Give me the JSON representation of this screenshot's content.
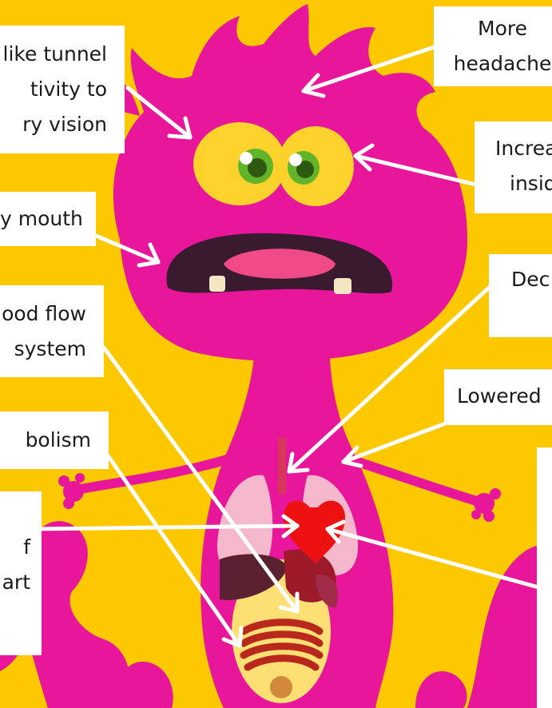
{
  "colors": {
    "background": "#fcc800",
    "monster": "#e8169b",
    "monster_dark": "#b80f78",
    "eye_yellow": "#fdd22d",
    "iris": "#62b42a",
    "mouth": "#3a1a2e",
    "tongue": "#f04b86",
    "lungs": "#f5b7cc",
    "heart": "#ee1111",
    "arrow": "#ffffff",
    "label_bg": "#ffffff",
    "label_text": "#1a1a1a"
  },
  "labels": {
    "tunnel_vision": [
      "like tunnel",
      "tivity to",
      "ry vision"
    ],
    "headaches": [
      "More",
      "headache"
    ],
    "dry_mouth": [
      "y mouth"
    ],
    "eye_pressure": [
      "Increa",
      "insid"
    ],
    "blood_flow": [
      "ood flow",
      "system"
    ],
    "decreased": [
      "Dec"
    ],
    "metabolism": [
      "bolism"
    ],
    "lowered": [
      "Lowered"
    ],
    "heart": [
      "f",
      "art"
    ]
  }
}
